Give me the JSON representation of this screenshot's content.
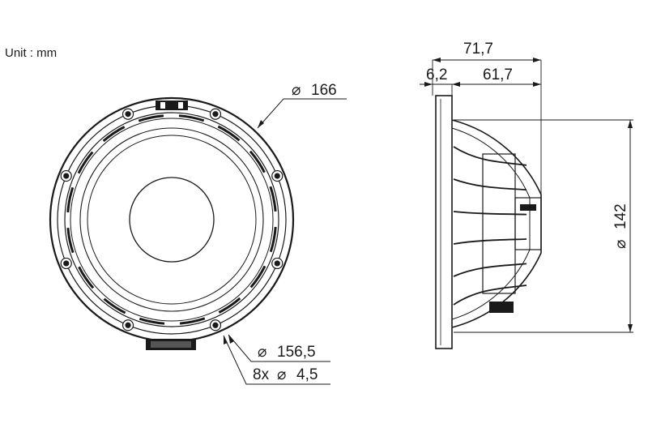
{
  "unit_label": "Unit : mm",
  "dimensions": {
    "outer_diameter": "166",
    "mount_ring_diameter": "156,5",
    "hole_spec": "8x",
    "hole_diameter": "4,5",
    "total_depth": "71,7",
    "flange_thickness": "6,2",
    "body_depth": "61,7",
    "body_diameter": "142"
  },
  "symbols": {
    "diameter": "⌀"
  },
  "colors": {
    "line": "#1a1a1a",
    "background": "#ffffff"
  }
}
